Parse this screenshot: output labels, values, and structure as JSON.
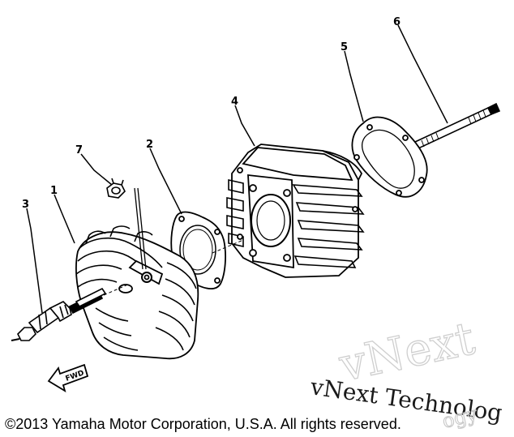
{
  "diagram": {
    "part_callouts": [
      {
        "number": "1",
        "part": "cylinder-head"
      },
      {
        "number": "2",
        "part": "head-gasket"
      },
      {
        "number": "3",
        "part": "spark-plug"
      },
      {
        "number": "4",
        "part": "cylinder"
      },
      {
        "number": "5",
        "part": "base-gasket"
      },
      {
        "number": "6",
        "part": "stud-bolt"
      },
      {
        "number": "7",
        "part": "nut"
      }
    ],
    "direction_arrow_label": "FWD"
  },
  "watermark": {
    "logo_text": "vNext",
    "company_text": "vNext Technolog",
    "trailing_text": "ogy"
  },
  "footer": {
    "copyright": "©2013 Yamaha Motor Corporation, U.S.A. All rights reserved."
  }
}
